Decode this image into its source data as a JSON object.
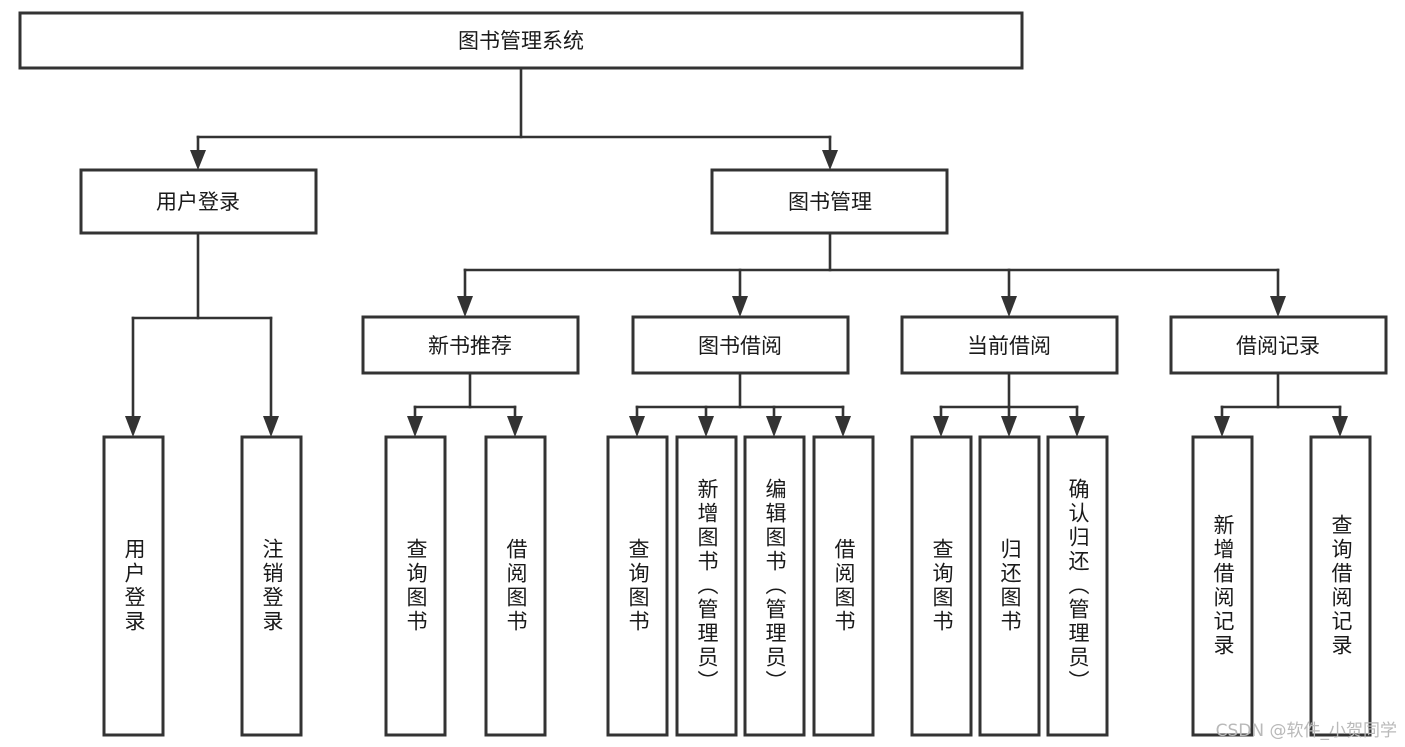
{
  "diagram": {
    "title": "图书管理系统",
    "type": "tree",
    "watermark": "CSDN @软件_小贺同学",
    "colors": {
      "box_stroke": "#333333",
      "box_fill": "#ffffff",
      "connector": "#333333",
      "text": "#1a1a1a",
      "background": "#ffffff",
      "watermark": "#b9b9b9"
    },
    "levels": {
      "root": {
        "label": "图书管理系统",
        "orientation": "horizontal"
      },
      "level2": [
        {
          "id": "user-login",
          "label": "用户登录",
          "orientation": "horizontal"
        },
        {
          "id": "book-management",
          "label": "图书管理",
          "orientation": "horizontal"
        }
      ],
      "level3": [
        {
          "id": "new-book-recommend",
          "label": "新书推荐",
          "orientation": "horizontal",
          "parent": "book-management"
        },
        {
          "id": "book-borrow",
          "label": "图书借阅",
          "orientation": "horizontal",
          "parent": "book-management"
        },
        {
          "id": "current-borrow",
          "label": "当前借阅",
          "orientation": "horizontal",
          "parent": "book-management"
        },
        {
          "id": "borrow-record",
          "label": "借阅记录",
          "orientation": "horizontal",
          "parent": "book-management"
        }
      ],
      "leaves": [
        {
          "id": "leaf-user-login",
          "label": "用户登录",
          "orientation": "vertical",
          "parent": "user-login"
        },
        {
          "id": "leaf-user-logout",
          "label": "注销登录",
          "orientation": "vertical",
          "parent": "user-login"
        },
        {
          "id": "leaf-query-book-1",
          "label": "查询图书",
          "orientation": "vertical",
          "parent": "new-book-recommend"
        },
        {
          "id": "leaf-borrow-book-1",
          "label": "借阅图书",
          "orientation": "vertical",
          "parent": "new-book-recommend"
        },
        {
          "id": "leaf-query-book-2",
          "label": "查询图书",
          "orientation": "vertical",
          "parent": "book-borrow"
        },
        {
          "id": "leaf-add-book",
          "label": "新增图书（管理员）",
          "orientation": "vertical",
          "parent": "book-borrow"
        },
        {
          "id": "leaf-edit-book",
          "label": "编辑图书（管理员）",
          "orientation": "vertical",
          "parent": "book-borrow"
        },
        {
          "id": "leaf-borrow-book-2",
          "label": "借阅图书",
          "orientation": "vertical",
          "parent": "book-borrow"
        },
        {
          "id": "leaf-query-book-3",
          "label": "查询图书",
          "orientation": "vertical",
          "parent": "current-borrow"
        },
        {
          "id": "leaf-return-book",
          "label": "归还图书",
          "orientation": "vertical",
          "parent": "current-borrow"
        },
        {
          "id": "leaf-confirm-return",
          "label": "确认归还（管理员）",
          "orientation": "vertical",
          "parent": "current-borrow"
        },
        {
          "id": "leaf-add-record",
          "label": "新增借阅记录",
          "orientation": "vertical",
          "parent": "borrow-record"
        },
        {
          "id": "leaf-query-record",
          "label": "查询借阅记录",
          "orientation": "vertical",
          "parent": "borrow-record"
        }
      ]
    }
  }
}
